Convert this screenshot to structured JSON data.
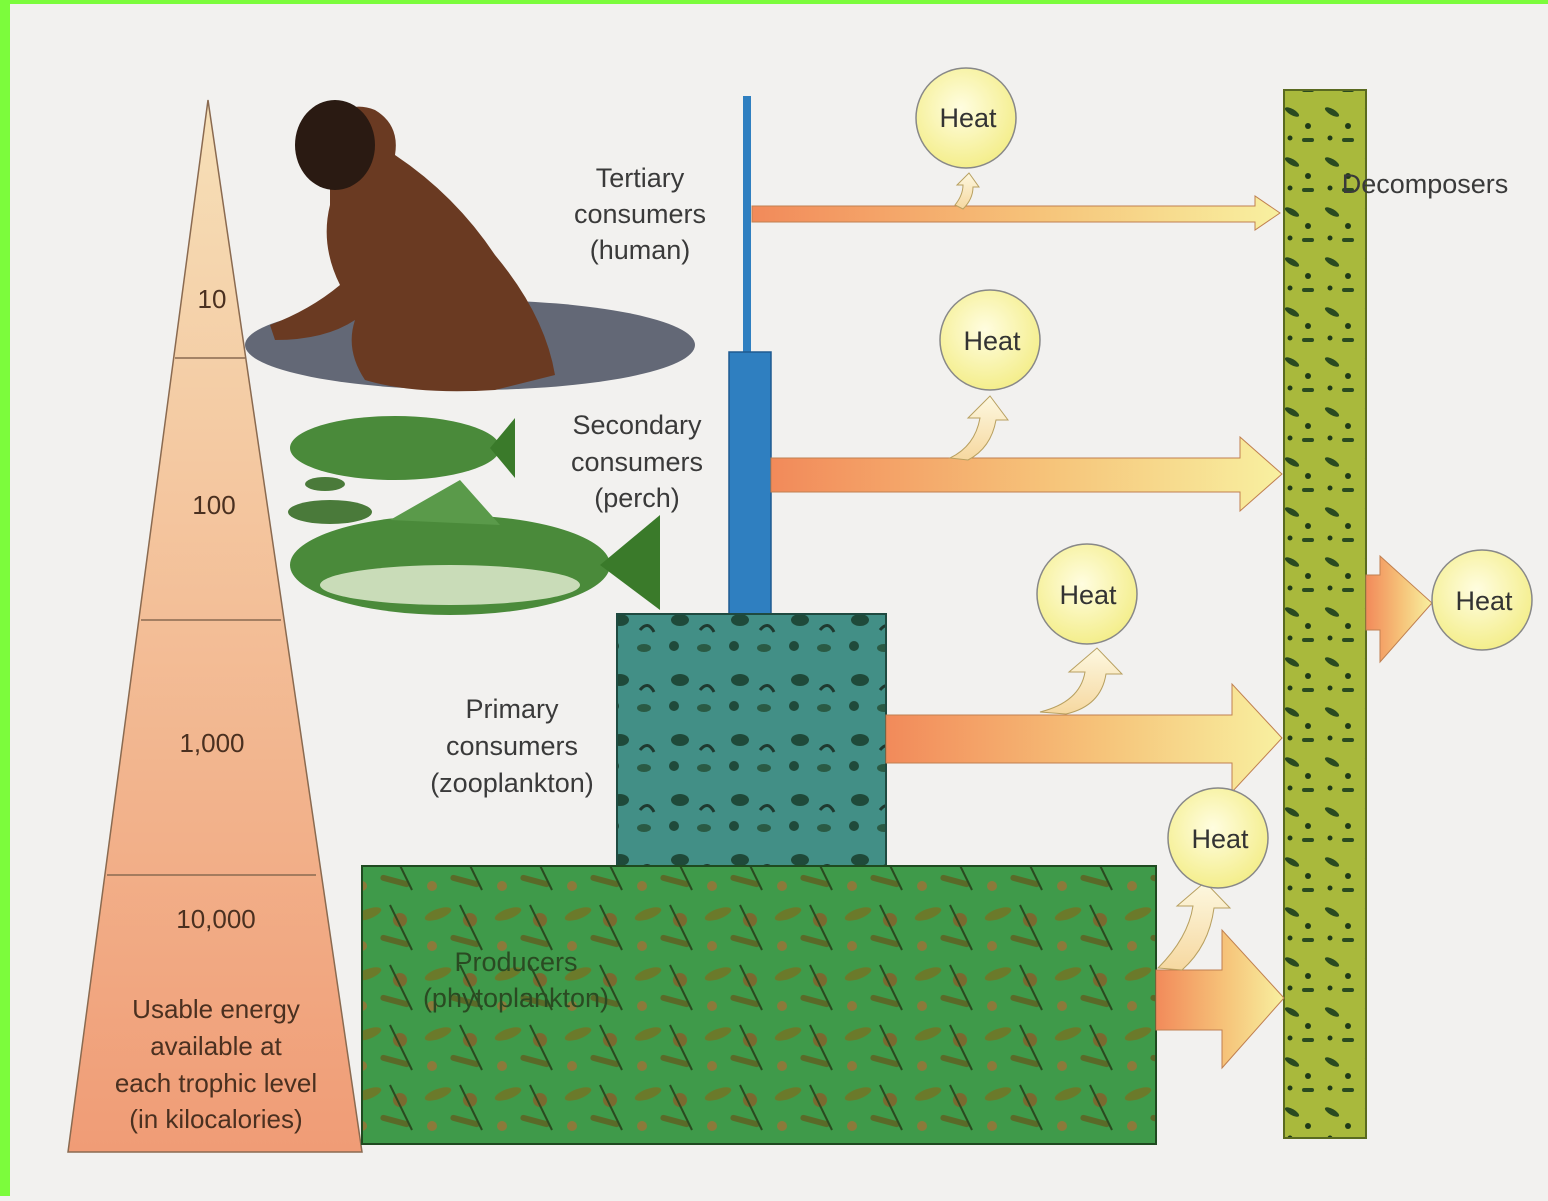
{
  "pyramid": {
    "levels": [
      "10",
      "100",
      "1,000",
      "10,000"
    ],
    "caption_lines": [
      "Usable energy",
      "available at",
      "each trophic level",
      "(in kilocalories)"
    ]
  },
  "trophic_levels": {
    "tertiary": [
      "Tertiary",
      "consumers",
      "(human)"
    ],
    "secondary": [
      "Secondary",
      "consumers",
      "(perch)"
    ],
    "primary": [
      "Primary",
      "consumers",
      "(zooplankton)"
    ],
    "producers": [
      "Producers",
      "(phytoplankton)"
    ]
  },
  "decomposers": "Decomposers",
  "heat_label": "Heat",
  "colors": {
    "pyramid_top": "#f4d4a8",
    "pyramid_bottom": "#f0a07a",
    "producers_box": "#3e9a4a",
    "zooplankton_box": "#3f8f86",
    "perch_bar": "#2f7fc0",
    "decomposer_bar": "#a8b83a",
    "heat_circle": "#f8f4a8"
  }
}
